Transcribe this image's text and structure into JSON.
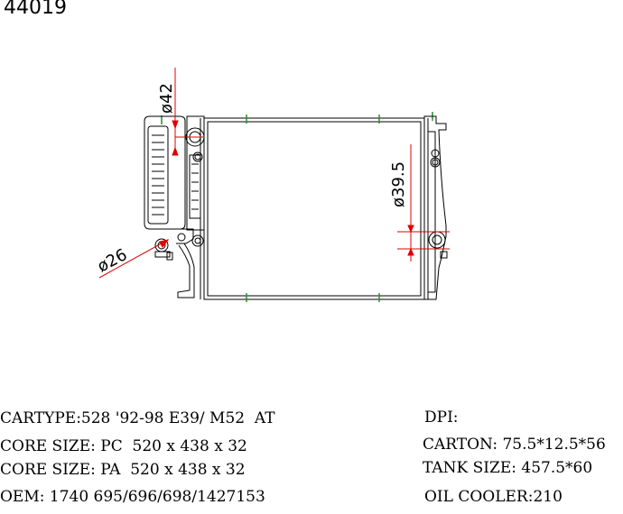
{
  "title": "44019",
  "dimensions": {
    "inlet": "ø42",
    "outlet": "ø39.5",
    "drain": "ø26"
  },
  "specs": {
    "cartype": "CARTYPE:528 '92-98 E39/ M52  AT",
    "core_pc": "CORE SIZE: PC  520 x 438 x 32",
    "core_pa": "CORE SIZE: PA  520 x 438 x 32",
    "oem": "OEM: 1740 695/696/698/1427153",
    "dpi": "DPI:",
    "carton": "CARTON: 75.5*12.5*56",
    "tank_size": "TANK SIZE: 457.5*60",
    "oil_cooler": "OIL COOLER:210"
  },
  "colors": {
    "line": "#000000",
    "dimension": "#e00000",
    "core_mark": "#2e8b2e"
  }
}
